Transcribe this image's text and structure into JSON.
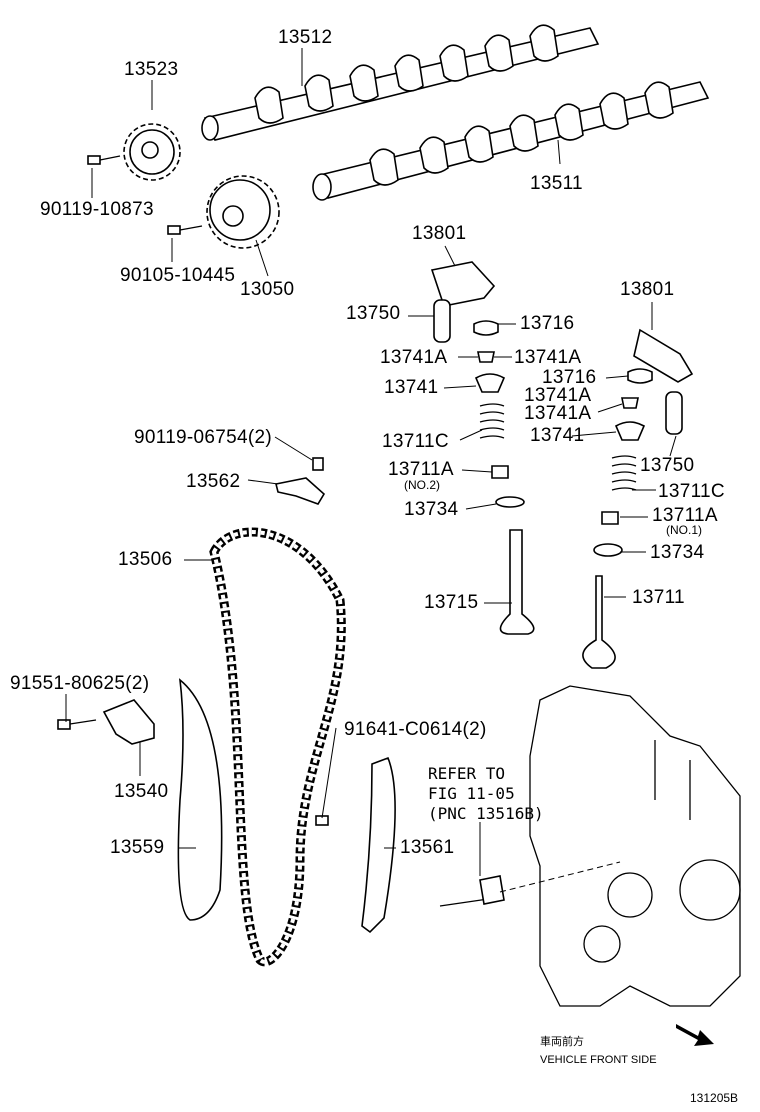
{
  "labels": {
    "p13512": "13512",
    "p13523": "13523",
    "p13511": "13511",
    "p90119_10873": "90119-10873",
    "p90105_10445": "90105-10445",
    "p13050": "13050",
    "p13801_a": "13801",
    "p13801_b": "13801",
    "p13750_a": "13750",
    "p13716_a": "13716",
    "p13741A_1": "13741A",
    "p13741A_2": "13741A",
    "p13741_a": "13741",
    "p13716_b": "13716",
    "p13741A_3": "13741A",
    "p13741A_4": "13741A",
    "p13741_b": "13741",
    "p13711C_a": "13711C",
    "p13750_b": "13750",
    "p13711A_a": "13711A",
    "p13711A_a_sub": "(NO.2)",
    "p13711C_b": "13711C",
    "p13734_a": "13734",
    "p13711A_b": "13711A",
    "p13711A_b_sub": "(NO.1)",
    "p13734_b": "13734",
    "p90119_06754": "90119-06754(2)",
    "p13562": "13562",
    "p13506": "13506",
    "p13715": "13715",
    "p13711": "13711",
    "p91551": "91551-80625(2)",
    "p13540": "13540",
    "p91641": "91641-C0614(2)",
    "p13559": "13559",
    "p13561": "13561"
  },
  "refer_note": {
    "line1": "REFER TO",
    "line2": "FIG 11-05",
    "line3": "(PNC 13516B)"
  },
  "vehicle_front": {
    "japanese": "車両前方",
    "english": "VEHICLE FRONT SIDE"
  },
  "figure_code": "131205B"
}
